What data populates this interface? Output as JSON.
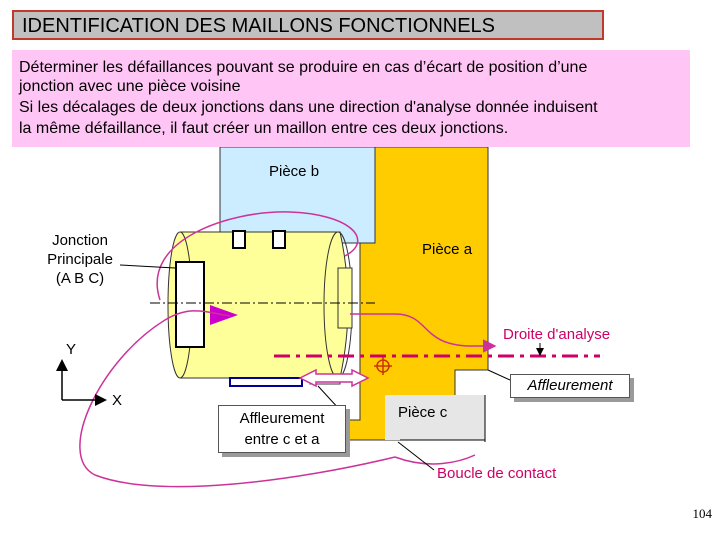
{
  "title": "IDENTIFICATION DES MAILLONS FONCTIONNELS",
  "intro": {
    "line1": "Déterminer les défaillances pouvant se produire en cas d’écart de position d’une",
    "line2": "jonction avec une pièce voisine",
    "line3": "Si les décalages de deux jonctions dans une direction d'analyse donnée induisent",
    "line4": "la même défaillance, il faut créer un maillon entre ces deux jonctions."
  },
  "labels": {
    "piece_b": "Pièce b",
    "piece_a": "Pièce a",
    "piece_c": "Pièce c",
    "jonction_line1": "Jonction",
    "jonction_line2": "Principale",
    "jonction_line3": "(A B C)",
    "droite_analyse": "Droite d'analyse",
    "affleurement": "Affleurement",
    "affleurement_c_a_line1": "Affleurement",
    "affleurement_c_a_line2": "entre c et a",
    "boucle_contact": "Boucle de contact",
    "axis_y": "Y",
    "axis_x": "X"
  },
  "page_number": "104",
  "colors": {
    "piece_a": "#ffcc00",
    "piece_b": "#ccecff",
    "jonction": "#ffff99",
    "intro_bg": "#ffc6f5",
    "contact_loop": "#cc3399",
    "analysis_line": "#cc0066"
  }
}
